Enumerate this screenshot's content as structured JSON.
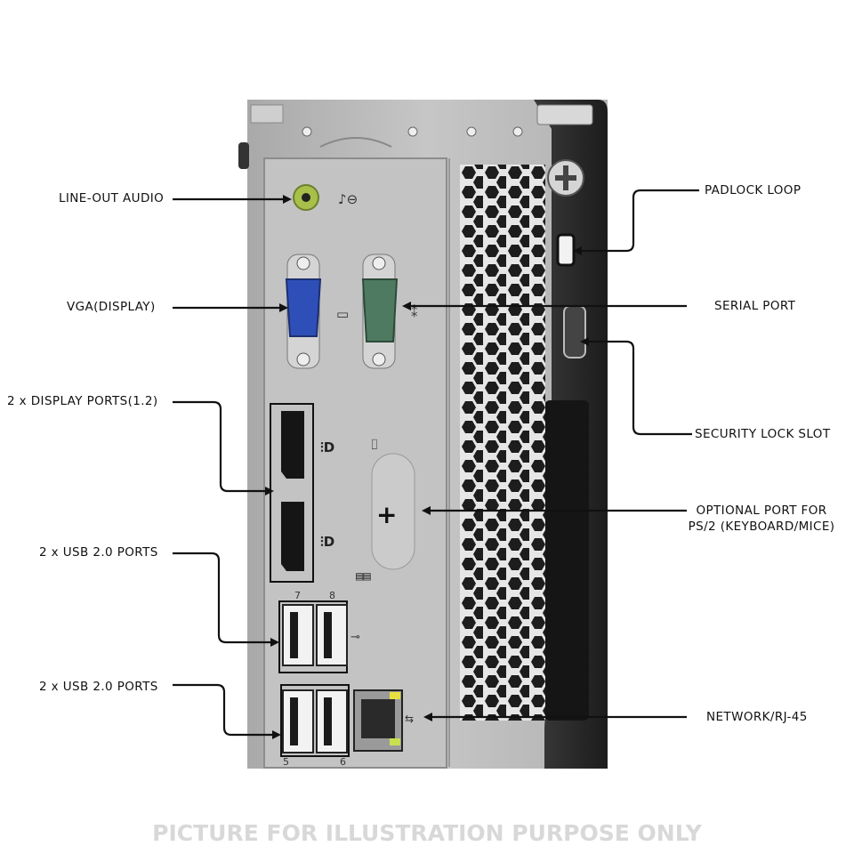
{
  "labels": {
    "line_out_audio": "LINE-OUT AUDIO",
    "vga_display": "VGA(DISPLAY)",
    "display_ports": "2 x DISPLAY PORTS(1.2)",
    "usb_ports_upper": "2 x USB 2.0  PORTS",
    "usb_ports_lower": "2 x USB 2.0  PORTS",
    "padlock_loop": "PADLOCK LOOP",
    "serial_port": "SERIAL PORT",
    "security_lock_slot": "SECURITY LOCK SLOT",
    "ps2_line1": "OPTIONAL PORT FOR",
    "ps2_line2": "PS/2 (KEYBOARD/MICE)",
    "network_rj45": "NETWORK/RJ-45"
  },
  "port_numbers": {
    "usb_top_left": "7",
    "usb_top_right": "8",
    "usb_bottom_left": "5",
    "usb_bottom_right": "6"
  },
  "footer": "PICTURE FOR ILLUSTRATION PURPOSE ONLY",
  "icons": [
    "audio-out-icon",
    "monitor-icon",
    "serial-icon",
    "displayport-icon",
    "mouse-icon",
    "keyboard-icon",
    "usb-icon",
    "network-icon"
  ],
  "colors": {
    "panel": "#bcbcbc",
    "vga_blue": "#2f4fb8",
    "serial_green": "#4f7a62",
    "audio_green": "#a8c04a",
    "case_black": "#2a2a2a"
  }
}
